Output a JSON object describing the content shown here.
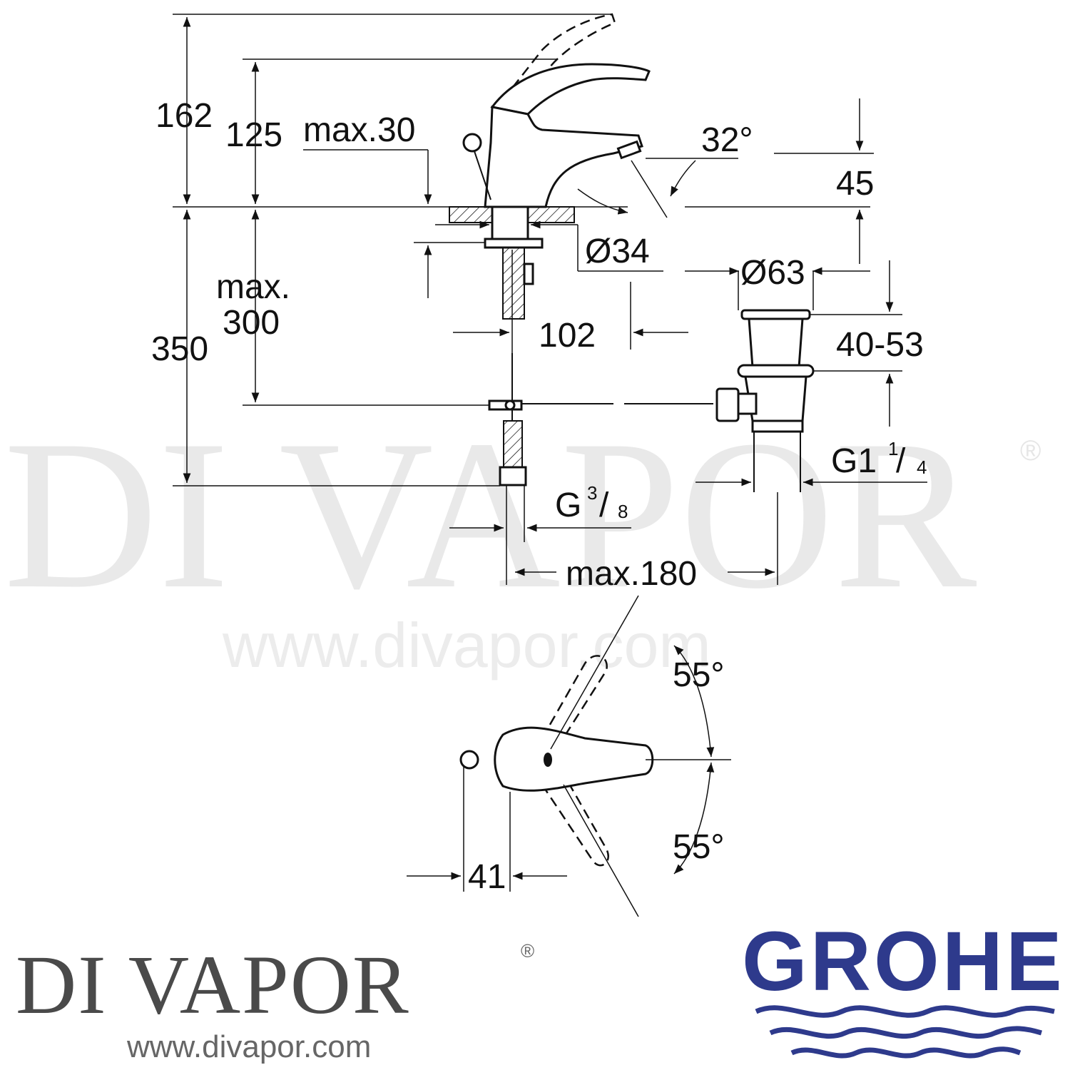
{
  "watermark": {
    "brand": "DI VAPOR",
    "registered": "®",
    "url": "www.divapor.com"
  },
  "dimensions": {
    "d162": "162",
    "d125": "125",
    "max30": "max.30",
    "angle32": "32°",
    "d45": "45",
    "dia34": "Ø34",
    "dia63": "Ø63",
    "max300_a": "max.",
    "max300_b": "300",
    "d350": "350",
    "d102": "102",
    "d40_53": "40-53",
    "g114_main": "G1",
    "g114_num": "1",
    "g114_den": "4",
    "g38_main": "G",
    "g38_num": "3",
    "g38_den": "8",
    "max180": "max.180",
    "angle55_top": "55°",
    "angle55_bottom": "55°",
    "d41": "41"
  },
  "logos": {
    "divapor_name": "DI VAPOR",
    "divapor_reg": "®",
    "divapor_url": "www.divapor.com",
    "grohe": "GROHE",
    "grohe_color": "#2e3a8c"
  }
}
